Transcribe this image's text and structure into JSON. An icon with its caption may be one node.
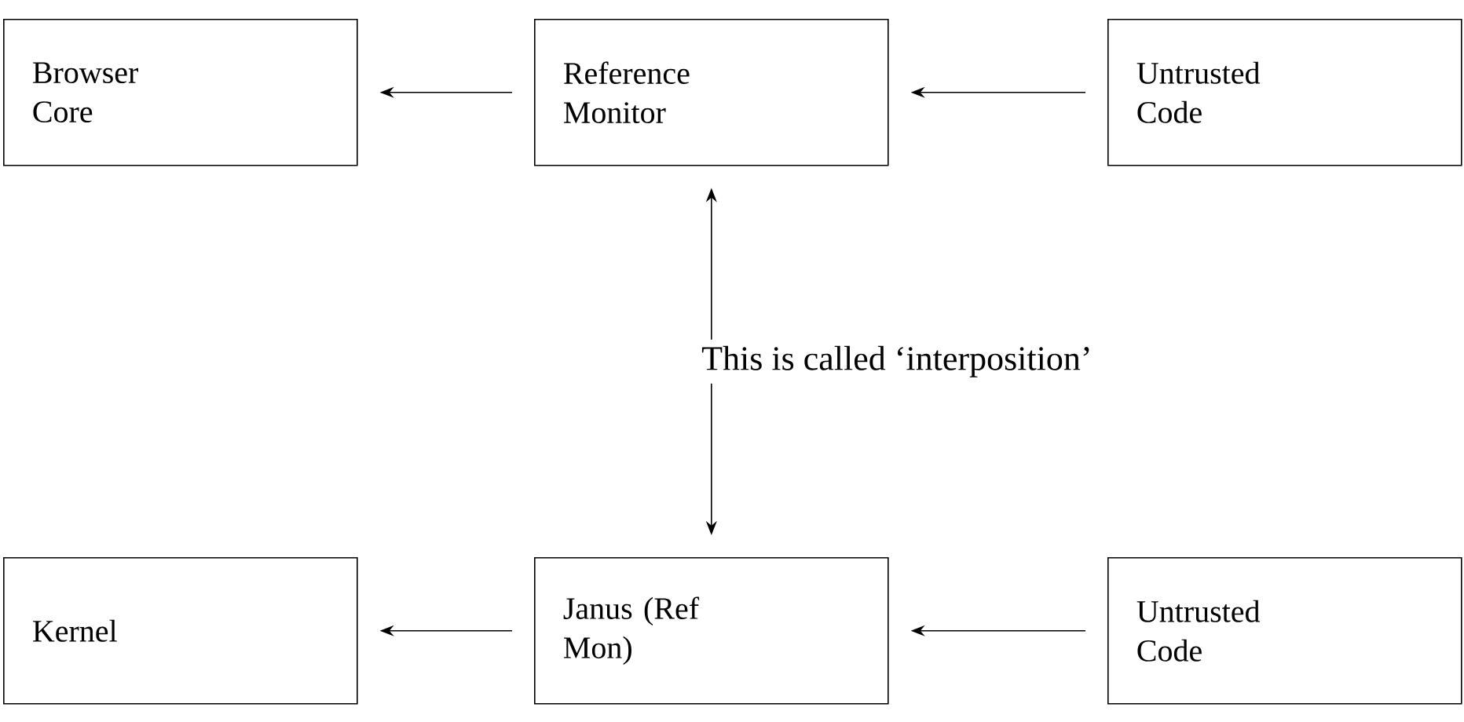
{
  "diagram": {
    "nodes": [
      {
        "text": [
          "Browser Core"
        ]
      },
      {
        "text": [
          "Reference Monitor"
        ]
      },
      {
        "text": [
          "Untrusted Code"
        ]
      },
      {
        "text": [
          "Kernel"
        ]
      },
      {
        "text": [
          "Janus (Ref Mon)"
        ]
      },
      {
        "text": [
          "Untrusted Code"
        ]
      }
    ],
    "edges": [
      {
        "from": 1,
        "to": 0,
        "arrow": "to"
      },
      {
        "from": 2,
        "to": 1,
        "arrow": "to"
      },
      {
        "from": 1,
        "to": 4,
        "arrow": "both",
        "label": "This is called ‘interposition’"
      },
      {
        "from": 4,
        "to": 3,
        "arrow": "to"
      },
      {
        "from": 5,
        "to": 4,
        "arrow": "to"
      }
    ]
  }
}
